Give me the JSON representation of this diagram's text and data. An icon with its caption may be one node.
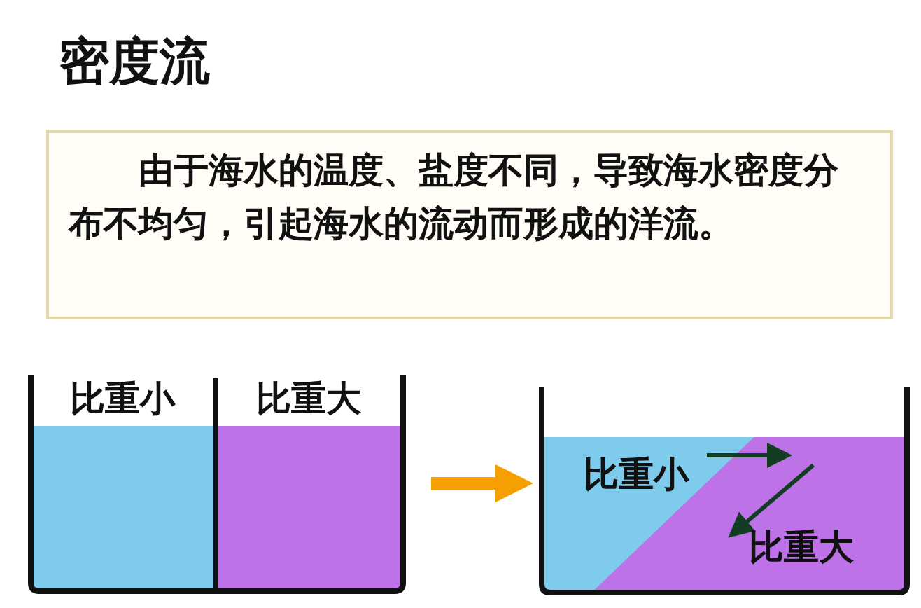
{
  "diagram": {
    "title": "密度流",
    "nodes": [
      {
        "text": [
          "由于海水的温度、盐度不同，导致海水密度分布不均匀，引起海水的流动而形成的洋流。"
        ]
      },
      {
        "text": [
          "比重小",
          "比重大"
        ]
      },
      {
        "text": [
          "比重小",
          "比重大"
        ]
      }
    ],
    "edges": [
      {
        "from": 1,
        "to": 2,
        "arrow": "to"
      }
    ]
  }
}
